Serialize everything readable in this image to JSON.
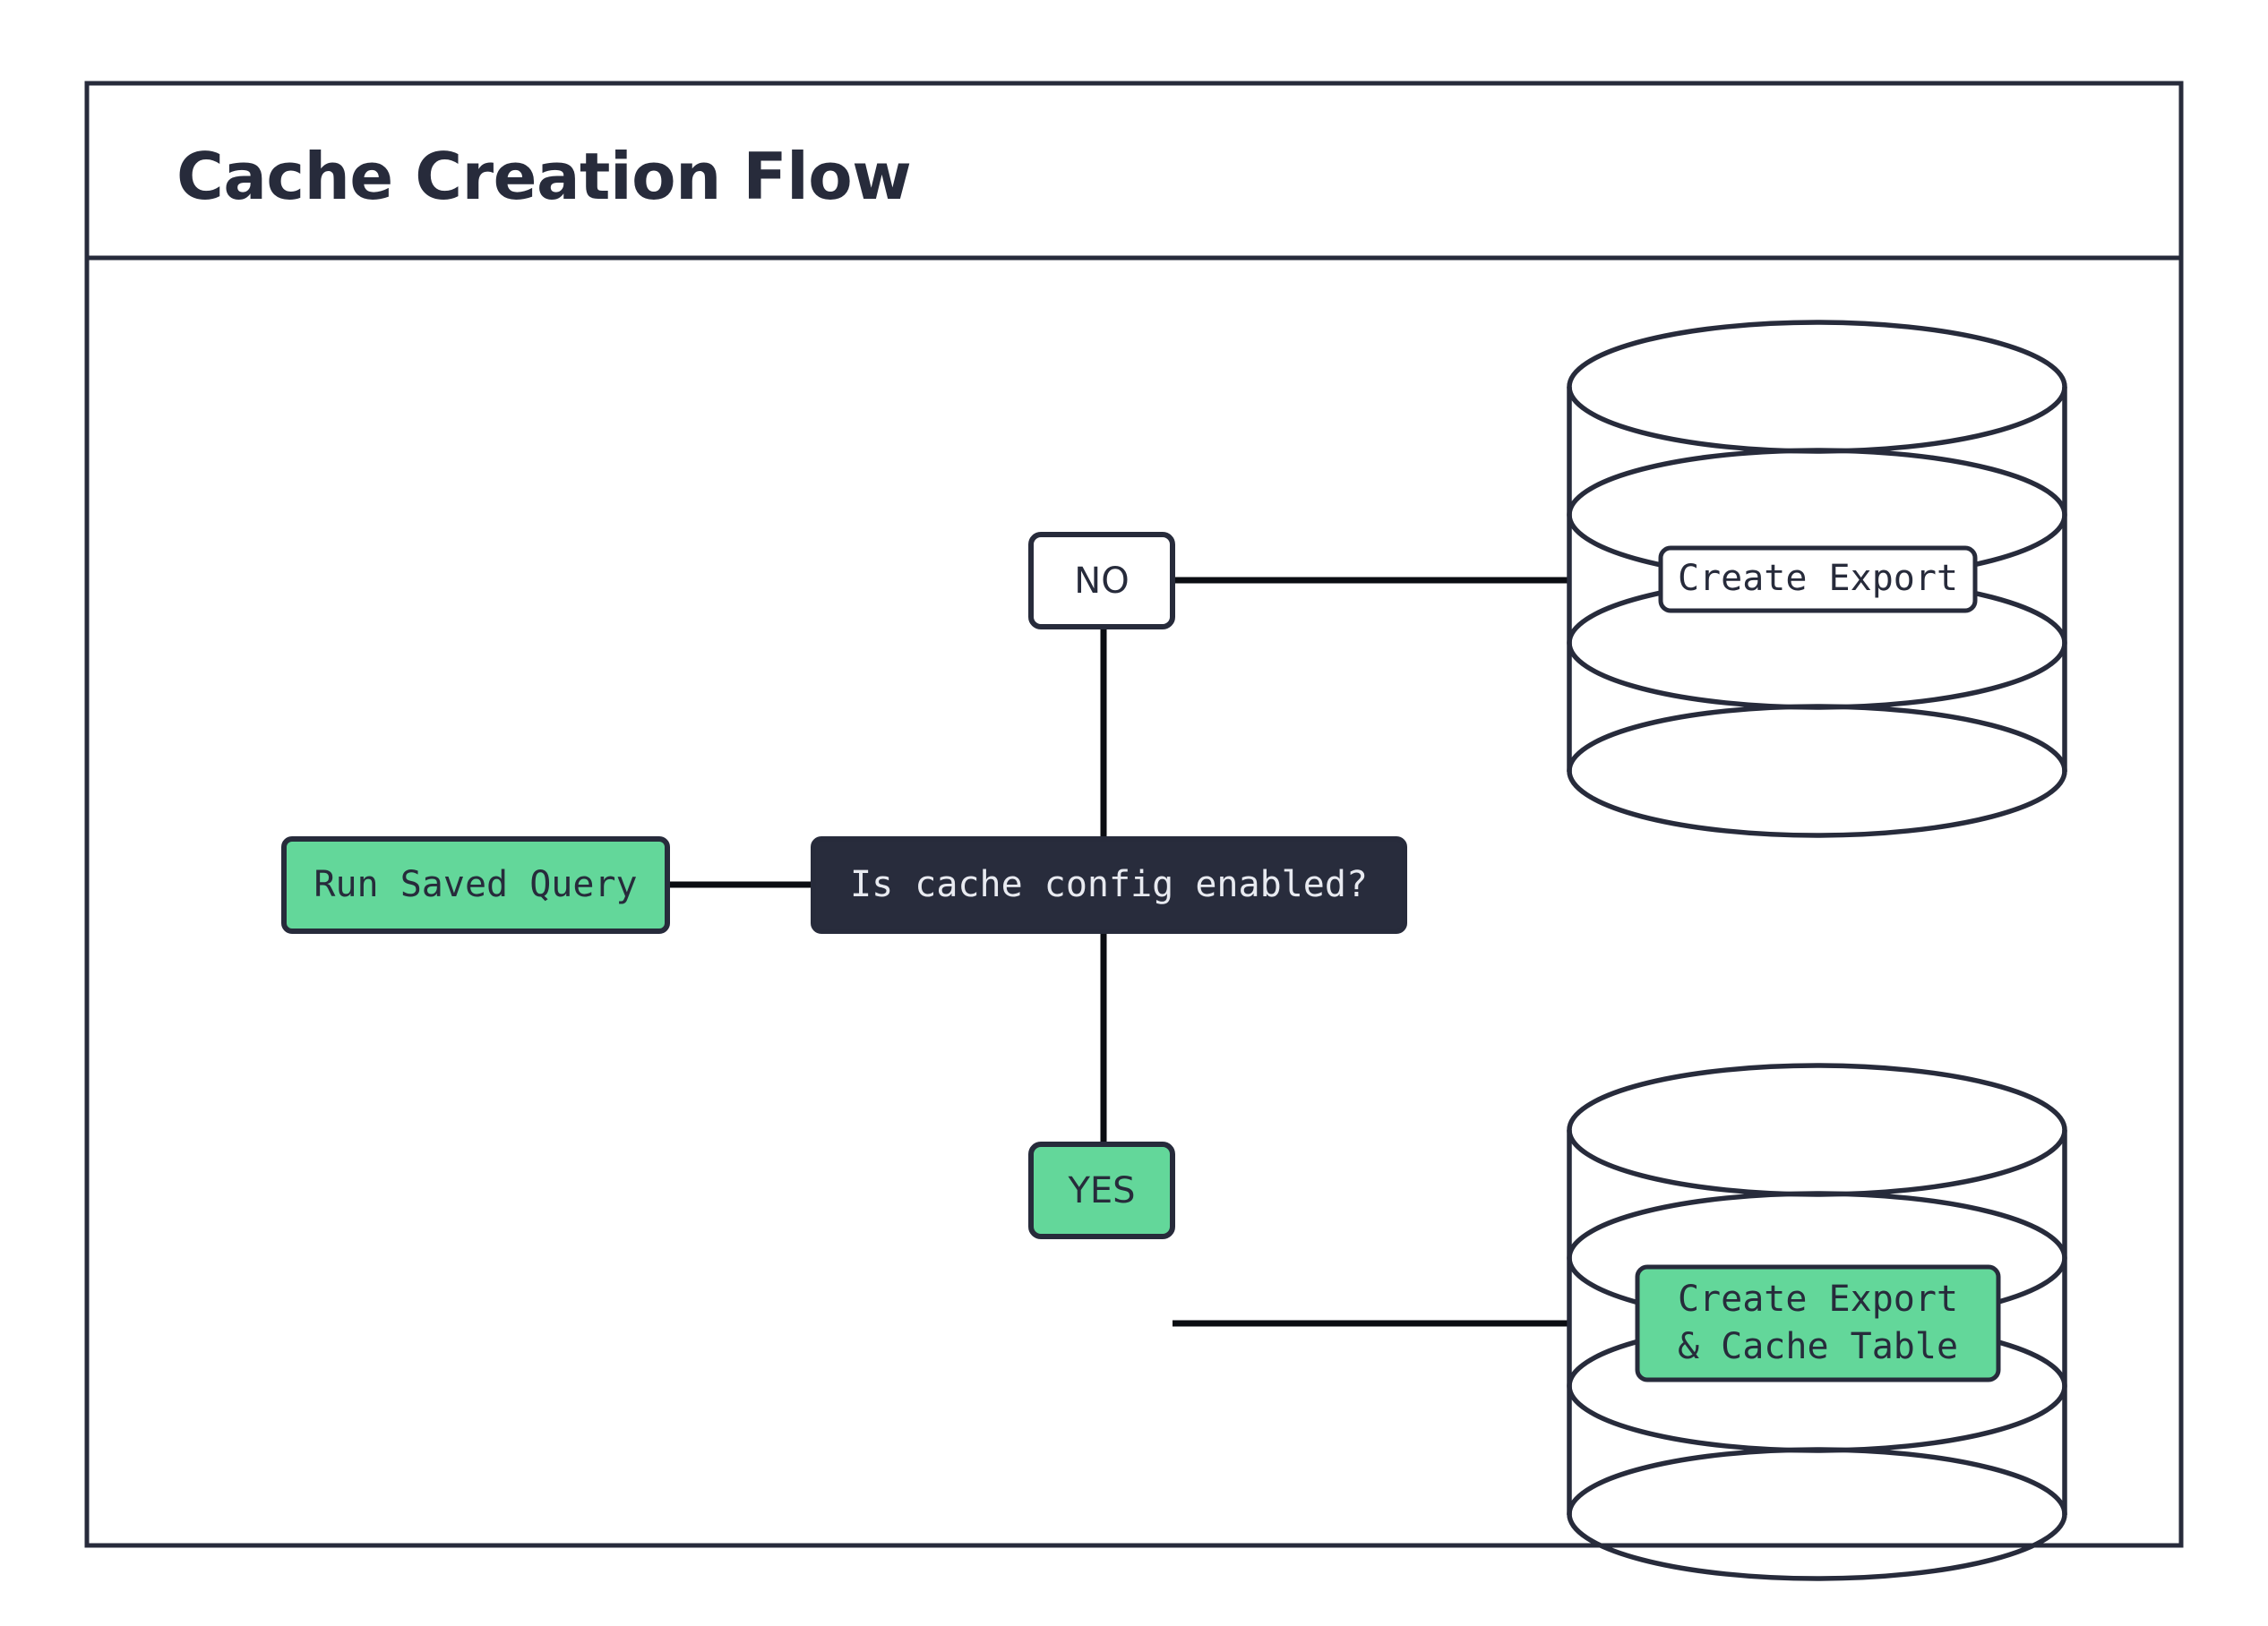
{
  "diagram": {
    "title": "Cache Creation Flow",
    "type": "flowchart",
    "theme": {
      "background": "#ffffff",
      "frame_border": "#272B3B",
      "accent_green": "#63D79A",
      "node_dark": "#282C3C",
      "text_on_dark": "#E8EAF0",
      "text_on_light": "#272B3B",
      "edge_color": "#0b0d12"
    },
    "nodes": [
      {
        "id": "run-saved-query",
        "label": "Run Saved Query",
        "shape": "rounded-rect",
        "fill": "green",
        "font": "mono"
      },
      {
        "id": "decision-cache-config",
        "label": "Is cache config enabled?",
        "shape": "rounded-rect",
        "fill": "dark",
        "font": "mono"
      },
      {
        "id": "branch-no",
        "label": "NO",
        "shape": "rounded-rect",
        "fill": "white",
        "font": "sans"
      },
      {
        "id": "branch-yes",
        "label": "YES",
        "shape": "rounded-rect",
        "fill": "green",
        "font": "sans"
      },
      {
        "id": "database-export",
        "label": "Create Export",
        "shape": "database-cylinder",
        "fill": "white",
        "font": "mono"
      },
      {
        "id": "database-export-cache",
        "label": "Create Export\n& Cache Table",
        "label_line_1": "Create Export",
        "label_line_2": "& Cache Table",
        "shape": "database-cylinder",
        "fill": "green",
        "font": "mono"
      }
    ],
    "edges": [
      {
        "from": "run-saved-query",
        "to": "decision-cache-config",
        "label": ""
      },
      {
        "from": "decision-cache-config",
        "to": "branch-no",
        "label": ""
      },
      {
        "from": "decision-cache-config",
        "to": "branch-yes",
        "label": ""
      },
      {
        "from": "branch-no",
        "to": "database-export",
        "label": ""
      },
      {
        "from": "branch-yes",
        "to": "database-export-cache",
        "label": ""
      }
    ]
  }
}
